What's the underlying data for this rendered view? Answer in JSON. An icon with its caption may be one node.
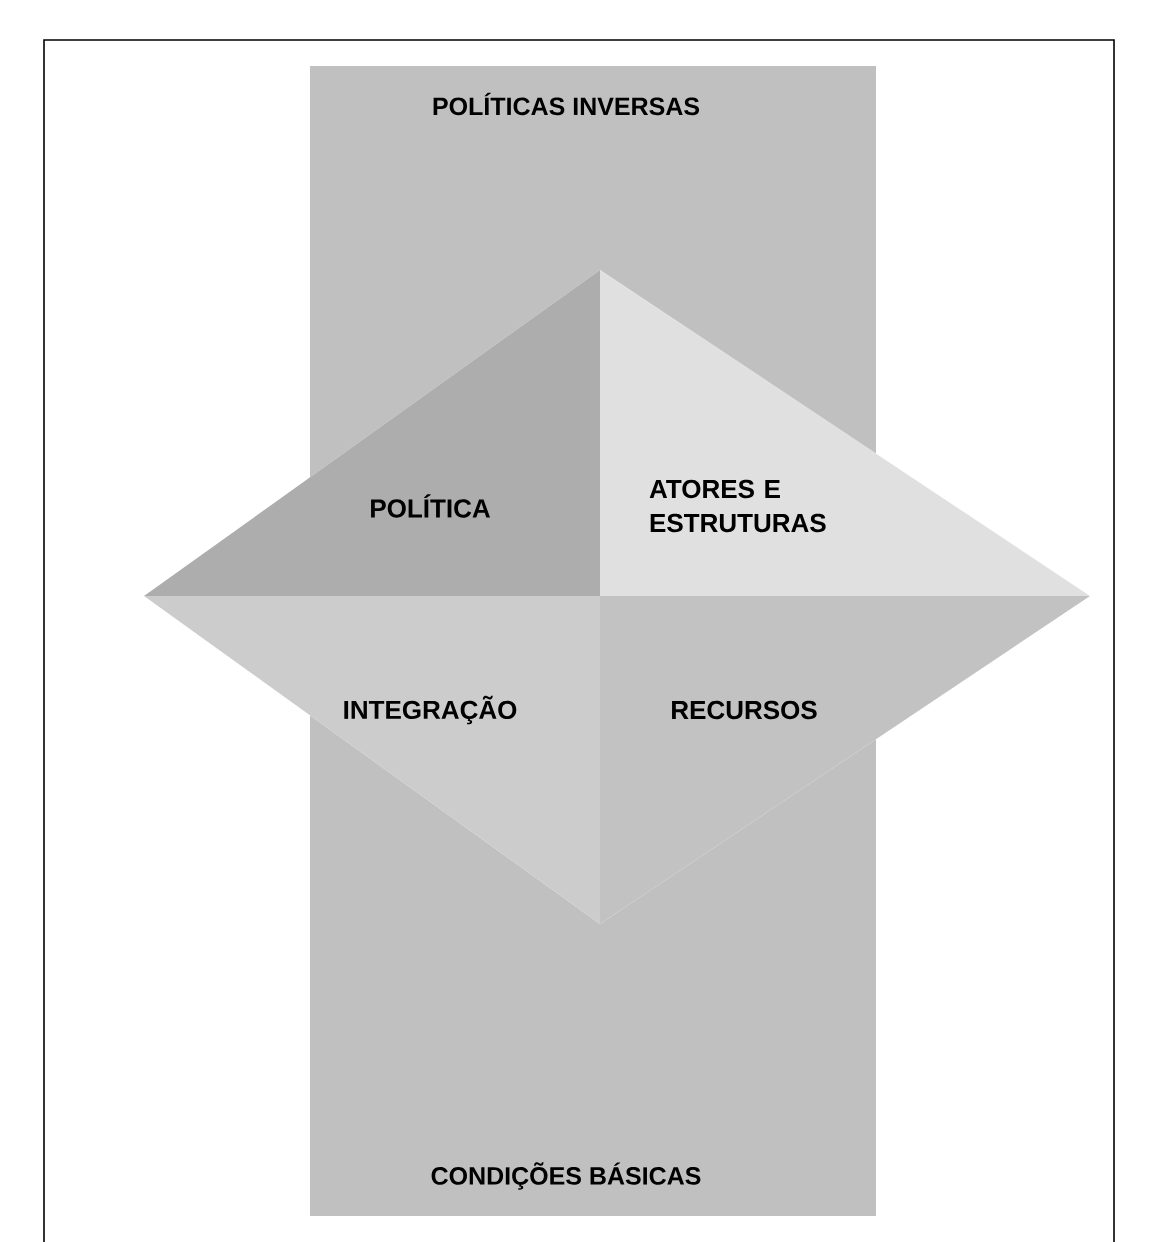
{
  "diagram": {
    "nodes": [
      {
        "text": [
          "POLÍTICAS INVERSAS",
          "CONDIÇÕES BÁSICAS"
        ]
      },
      {
        "text": [
          "POLÍTICA"
        ]
      },
      {
        "text": [
          "ATORES E ESTRUTURAS"
        ]
      },
      {
        "text": [
          "INTEGRAÇÃO"
        ]
      },
      {
        "text": [
          "RECURSOS"
        ]
      }
    ]
  }
}
